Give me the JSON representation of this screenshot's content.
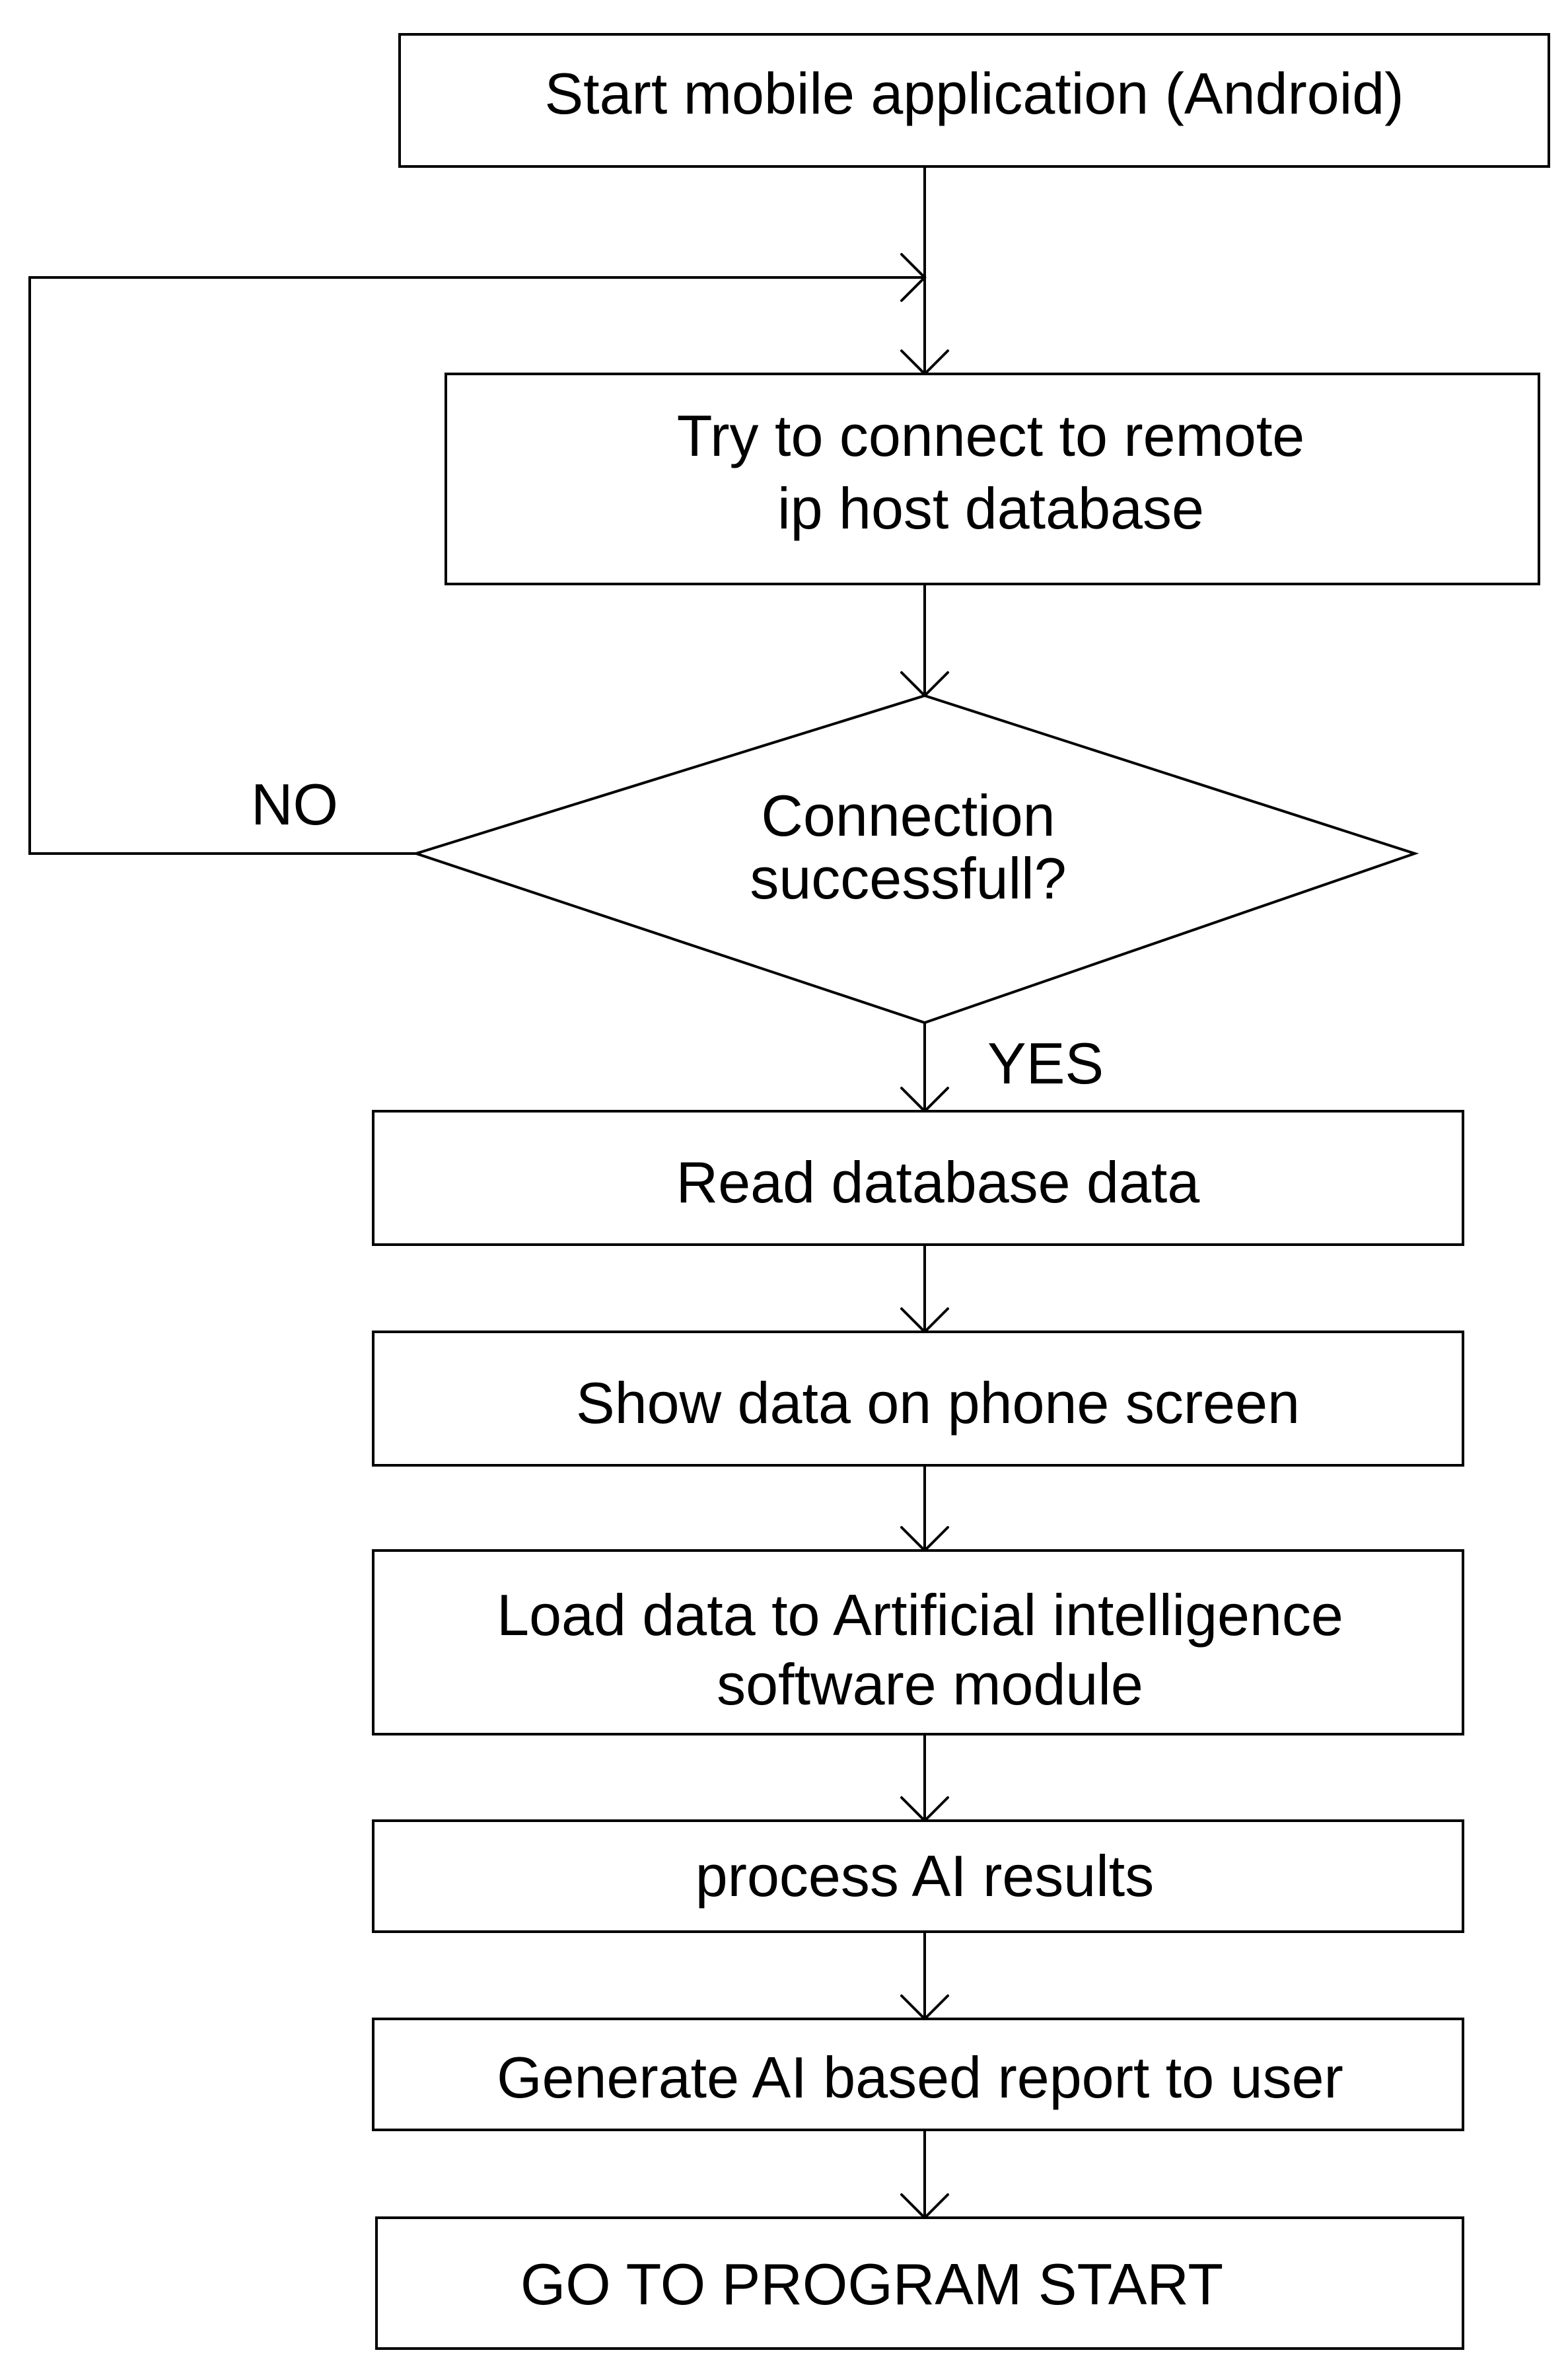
{
  "flowchart": {
    "steps": {
      "start": "Start mobile application (Android)",
      "connect_line1": "Try to connect to remote",
      "connect_line2": "ip host database",
      "decision_line1": "Connection",
      "decision_line2": "successfull?",
      "read": "Read database data",
      "show": "Show data on phone screen",
      "load_line1": "Load data to Artificial intelligence",
      "load_line2": "software module",
      "process": "process AI results",
      "report": "Generate AI based report to user",
      "goto": "GO TO PROGRAM START"
    },
    "branch_labels": {
      "no": "NO",
      "yes": "YES"
    }
  }
}
